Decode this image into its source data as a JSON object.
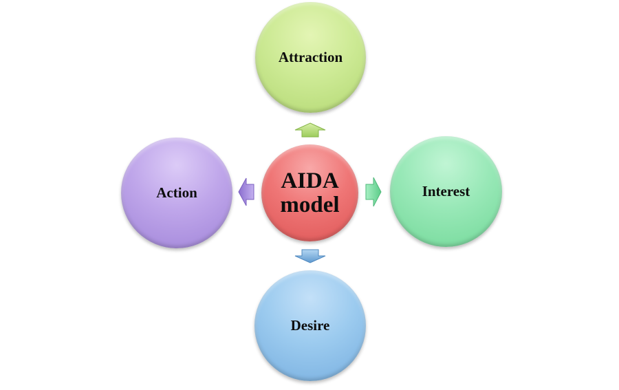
{
  "diagram": {
    "title": "AIDA model",
    "center": {
      "label": "AIDA\nmodel",
      "line1": "AIDA",
      "line2": "model",
      "color": "#ef6f6f"
    },
    "nodes": [
      {
        "id": "attraction",
        "label": "Attraction",
        "position": "top",
        "color": "#c7e58a"
      },
      {
        "id": "interest",
        "label": "Interest",
        "position": "right",
        "color": "#8fe5b0"
      },
      {
        "id": "desire",
        "label": "Desire",
        "position": "bottom",
        "color": "#8fc0e8"
      },
      {
        "id": "action",
        "label": "Action",
        "position": "left",
        "color": "#b79be6"
      }
    ],
    "arrows": [
      {
        "from": "center",
        "to": "attraction",
        "direction": "up",
        "color": "#a9d46a"
      },
      {
        "from": "center",
        "to": "interest",
        "direction": "right",
        "color": "#6bd696"
      },
      {
        "from": "center",
        "to": "desire",
        "direction": "down",
        "color": "#6fa8d8"
      },
      {
        "from": "center",
        "to": "action",
        "direction": "left",
        "color": "#9a7fd6"
      }
    ]
  }
}
